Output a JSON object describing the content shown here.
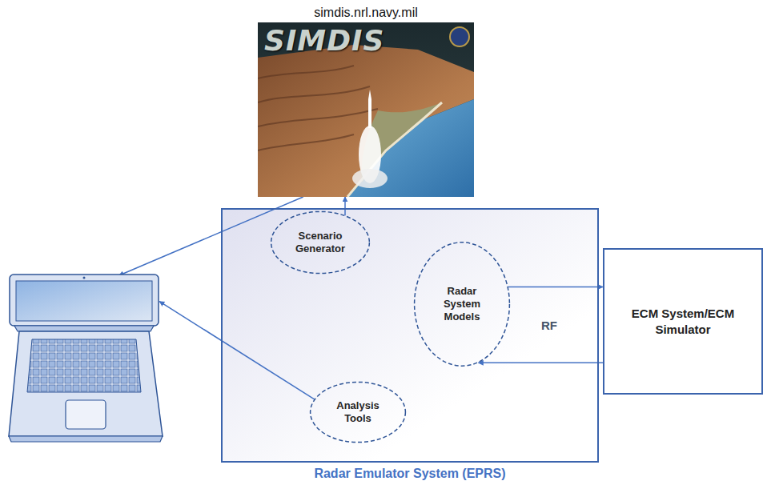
{
  "diagram": {
    "nodes": [
      {
        "text": [
          "simdis.nrl.navy.mil",
          "SIMDIS"
        ]
      },
      {
        "text": []
      },
      {
        "text": [
          "Radar Emulator System (EPRS)"
        ]
      },
      {
        "text": [
          "Scenario Generator"
        ],
        "in": 2
      },
      {
        "text": [
          "Radar System Models"
        ],
        "in": 2
      },
      {
        "text": [
          "Analysis Tools"
        ],
        "in": 2
      },
      {
        "text": [
          "ECM System/ECM Simulator"
        ]
      }
    ],
    "edges": [
      {
        "from": 0,
        "to": 1,
        "arrow": "to"
      },
      {
        "from": 3,
        "to": 0,
        "arrow": "to"
      },
      {
        "from": 4,
        "to": 6,
        "arrow": "to"
      },
      {
        "from": 6,
        "to": 4,
        "arrow": "to"
      },
      {
        "from": 5,
        "to": 1,
        "arrow": "to"
      }
    ],
    "labels": [
      "RF"
    ]
  }
}
